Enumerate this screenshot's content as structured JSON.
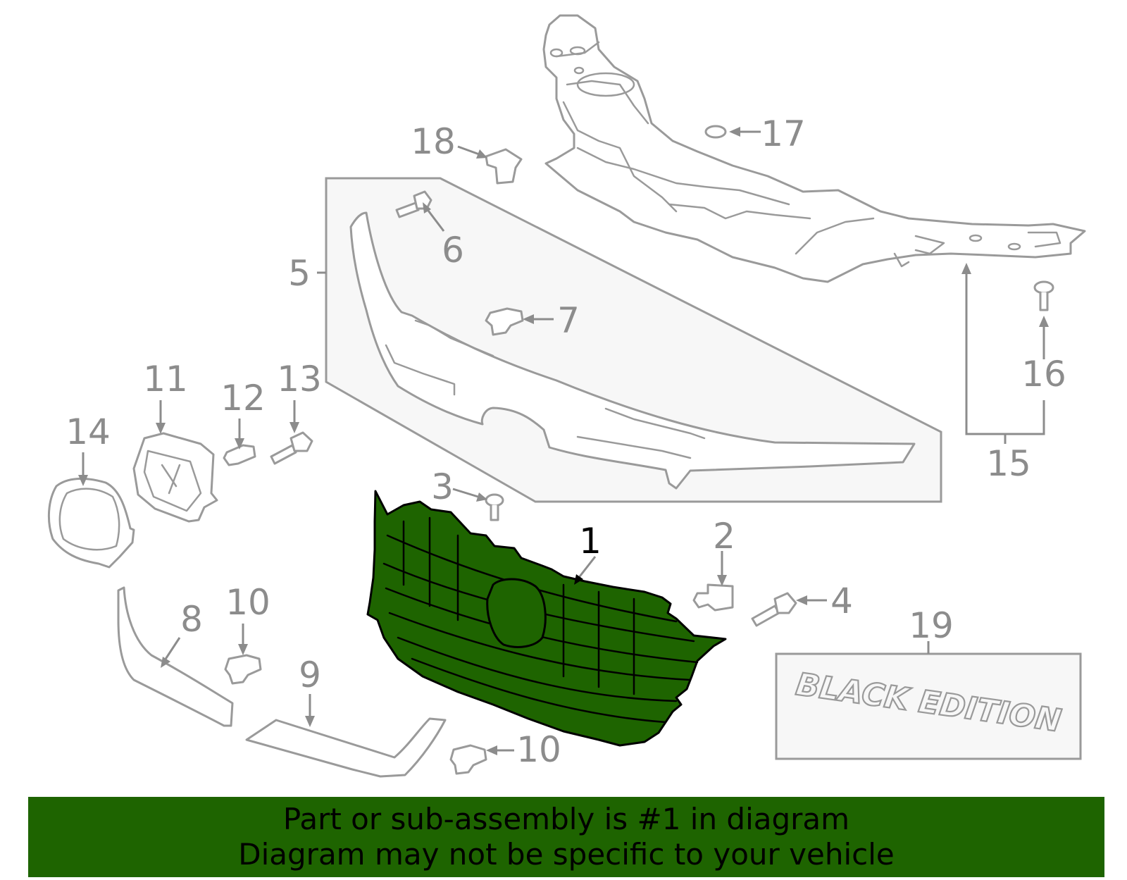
{
  "colors": {
    "highlight": "#1e6400",
    "outline": "#9a9a9a",
    "label": "#8c8c8c",
    "group_fill": "#f7f7f7",
    "banner": "#1e6400"
  },
  "callouts": {
    "c1": "1",
    "c2": "2",
    "c3": "3",
    "c4": "4",
    "c5": "5",
    "c6": "6",
    "c7": "7",
    "c8": "8",
    "c9": "9",
    "c10a": "10",
    "c10b": "10",
    "c11": "11",
    "c12": "12",
    "c13": "13",
    "c14": "14",
    "c15": "15",
    "c16": "16",
    "c17": "17",
    "c18": "18",
    "c19": "19"
  },
  "emblem_text": "BLACK EDITION",
  "footer": {
    "line1": "Part or sub-assembly is #1 in diagram",
    "line2": "Diagram may not be specific to your vehicle"
  }
}
